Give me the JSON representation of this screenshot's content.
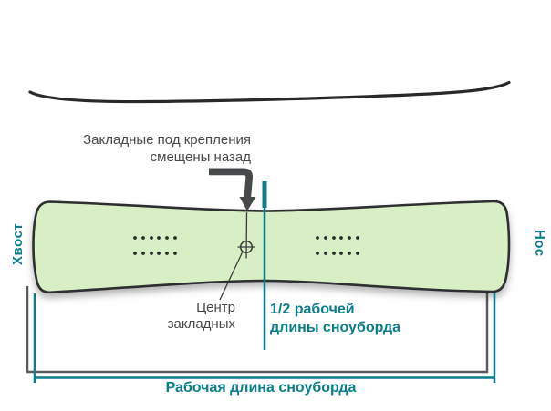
{
  "diagram": {
    "type": "snowboard-geometry-top-and-side-view",
    "labels": {
      "inserts_note": {
        "line1": "Закладные под крепления",
        "line2": "смещены назад"
      },
      "inserts_center": {
        "line1": "Центр",
        "line2": "закладных"
      },
      "half_working_length": {
        "line1": "1/2 рабочей",
        "line2": "длины сноуборда"
      },
      "working_length": "Рабочая длина сноуборда",
      "tail": "Хвост",
      "nose": "Нос"
    },
    "colors": {
      "accent_teal": "#0B7D8C",
      "board_fill": "#D8EEC4",
      "board_outline": "#2E2F31",
      "label_gray": "#47484A",
      "shadow_gray": "#595A5D",
      "background": "#FFFFFF"
    }
  }
}
